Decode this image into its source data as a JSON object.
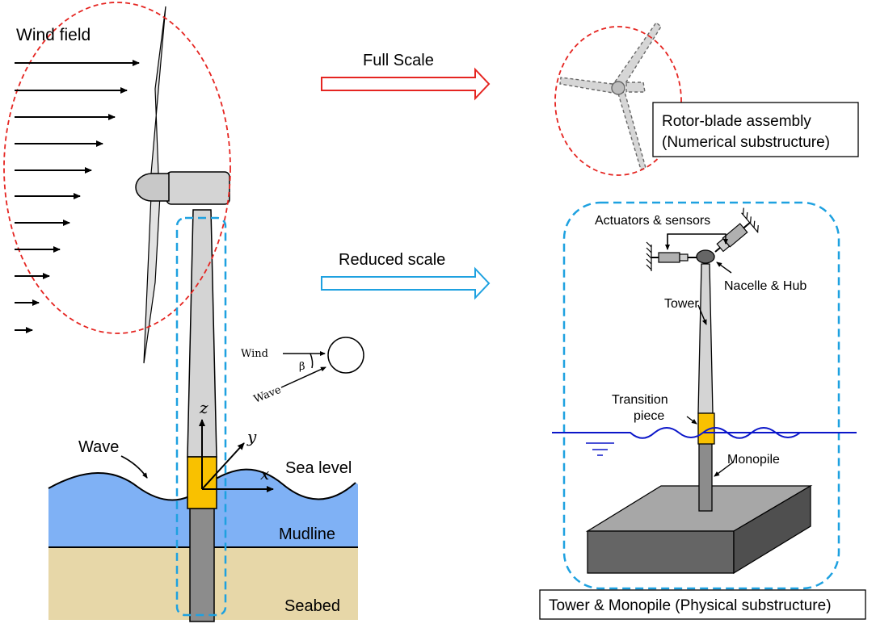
{
  "labels": {
    "wind_field": "Wind field",
    "full_scale": "Full Scale",
    "reduced_scale": "Reduced scale",
    "rotor_box_line1": "Rotor-blade assembly",
    "rotor_box_line2": "(Numerical substructure)",
    "actuators": "Actuators & sensors",
    "nacelle_hub": "Nacelle & Hub",
    "tower": "Tower",
    "transition_line1": "Transition",
    "transition_line2": "piece",
    "monopile": "Monopile",
    "tower_box": "Tower & Monopile (Physical substructure)",
    "wave": "Wave",
    "sea_level": "Sea level",
    "mudline": "Mudline",
    "seabed": "Seabed",
    "inset_wind": "Wind",
    "inset_wave": "Wave",
    "inset_beta": "β",
    "axis_x": "x",
    "axis_y": "y",
    "axis_z": "z"
  },
  "colors": {
    "rotor_region": "#e52521",
    "tower_region": "#1ea1e0",
    "sea": "#7fb1f5",
    "seabed": "#e7d7a8",
    "transition_piece": "#f9c100",
    "tower_fill": "#d4d4d4",
    "monopile_fill": "#8c8c8c",
    "water_line": "#0b16c9"
  }
}
